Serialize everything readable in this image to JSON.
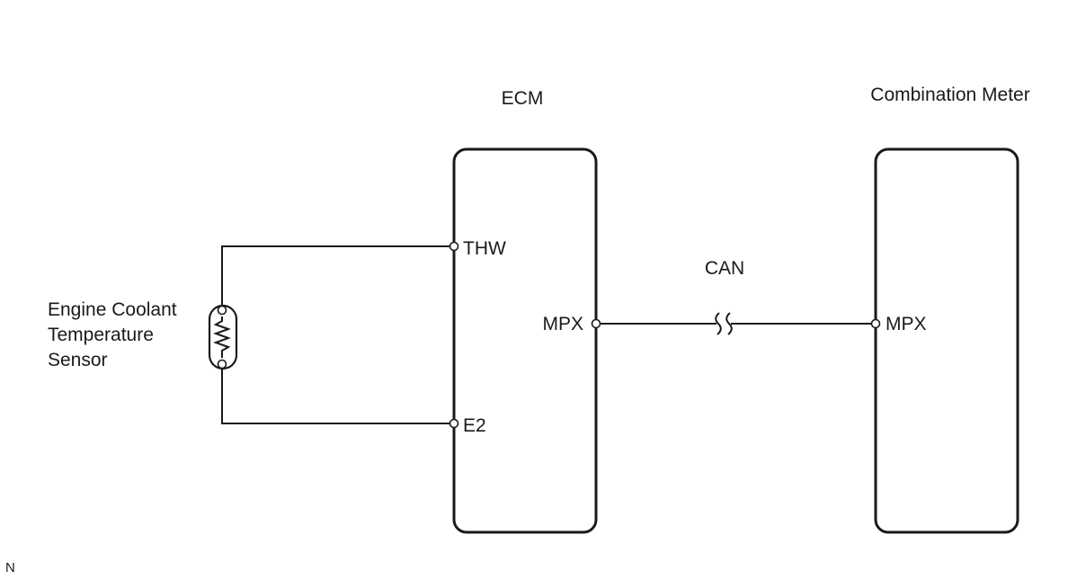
{
  "ecm": {
    "title": "ECM",
    "pins": {
      "thw": "THW",
      "e2": "E2",
      "mpx": "MPX"
    }
  },
  "meter": {
    "title": "Combination Meter",
    "pins": {
      "mpx": "MPX"
    }
  },
  "sensor": {
    "label_lines": [
      "Engine Coolant",
      "Temperature",
      "Sensor"
    ]
  },
  "bus": {
    "label": "CAN"
  },
  "footer": {
    "code": "N"
  }
}
